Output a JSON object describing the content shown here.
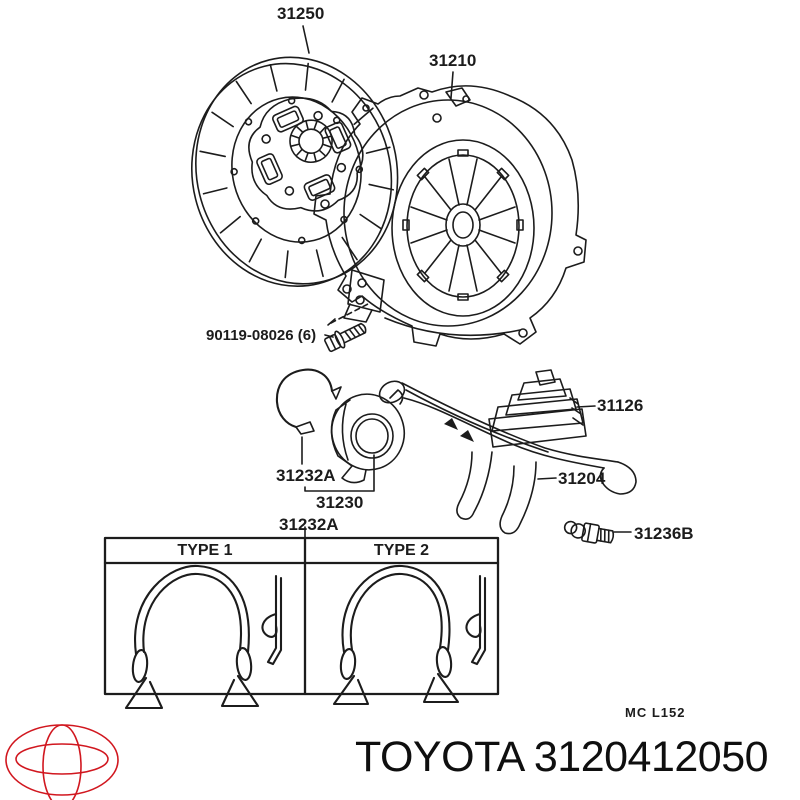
{
  "page": {
    "background": "#ffffff",
    "ink": "#1c1c1c",
    "logo_red": "#d1171f"
  },
  "labels": {
    "disc": "31250",
    "cover": "31210",
    "cover_bolts": "90119-08026 (6)",
    "boot": "31126",
    "bearing_clip": "31232A",
    "bearing": "31230",
    "fork": "31204",
    "pivot_bolt": "31236B",
    "clip_table": "31232A"
  },
  "type_table": {
    "col1": "TYPE 1",
    "col2": "TYPE 2"
  },
  "footer": {
    "doc_code": "MC L152",
    "brand_line": "TOYOTA 3120412050"
  },
  "drawings": {
    "disc": "clutch-disc-illustration",
    "cover": "clutch-cover-illustration",
    "cover_bolt": "flange-bolt-illustration",
    "bearing_clip": "retainer-clip-illustration",
    "bearing": "release-bearing-illustration",
    "fork": "release-fork-illustration",
    "boot": "dust-boot-illustration",
    "pivot_bolt": "pivot-bolt-illustration",
    "type1_clip": "clip-set-type1-illustration",
    "type2_clip": "clip-set-type2-illustration",
    "logo": "toyota-logo"
  }
}
